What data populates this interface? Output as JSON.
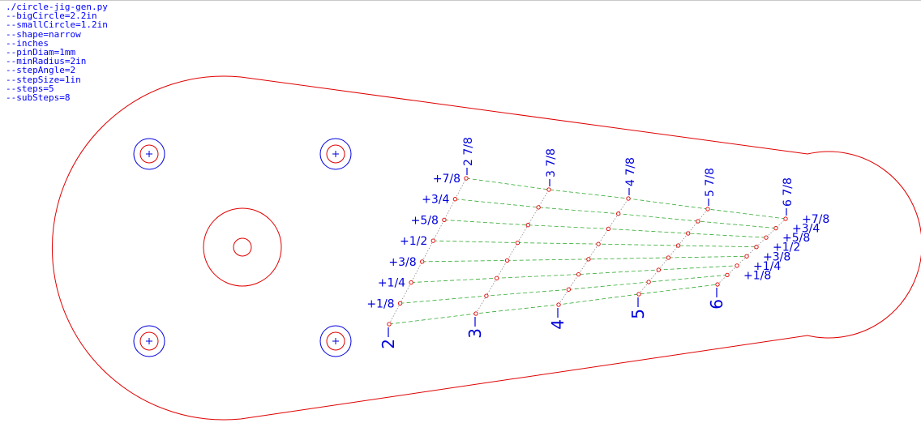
{
  "command": {
    "lines": [
      "./circle-jig-gen.py",
      "--bigCircle=2.2in",
      "--smallCircle=1.2in",
      "--shape=narrow",
      "--inches",
      "--pinDiam=1mm",
      "--minRadius=2in",
      "--stepAngle=2",
      "--stepSize=1in",
      "--steps=5",
      "--subSteps=8"
    ]
  },
  "colors": {
    "outline": "#e00000",
    "holes_blue": "#0000dd",
    "labels": "#0000dd",
    "dashes": "#33aa33",
    "dots": "#888888"
  },
  "icons": {
    "mount_hole": "crosshair-hole-icon",
    "pivot": "pivot-circle-icon"
  },
  "diagram": {
    "main_labels": [
      "2",
      "3",
      "4",
      "5",
      "6"
    ],
    "top_labels": [
      "2 7/8",
      "3 7/8",
      "4 7/8",
      "5 7/8",
      "6 7/8"
    ],
    "sub_labels_left": [
      "+1/8",
      "+1/4",
      "+3/8",
      "+1/2",
      "+5/8",
      "+3/4",
      "+7/8"
    ],
    "sub_labels_right": [
      "+1/8",
      "+1/4",
      "+3/8",
      "+1/2",
      "+5/8",
      "+3/4",
      "+7/8"
    ]
  }
}
